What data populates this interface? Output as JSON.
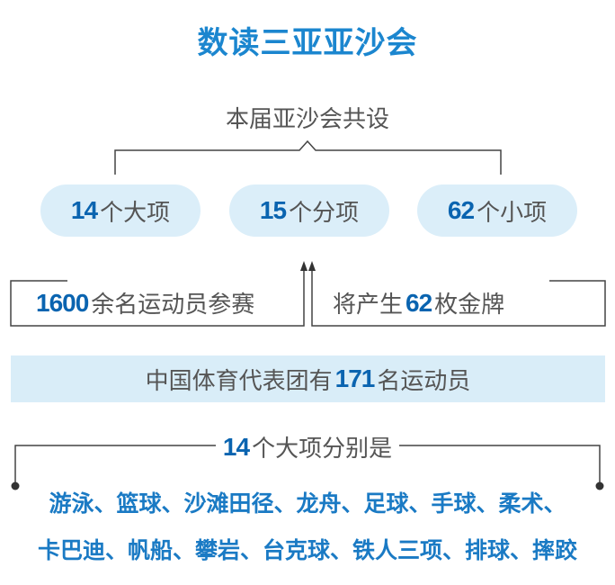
{
  "title": "数读三亚亚沙会",
  "subtitle": "本届亚沙会共设",
  "pills": [
    {
      "number": "14",
      "label": "个大项"
    },
    {
      "number": "15",
      "label": "个分项"
    },
    {
      "number": "62",
      "label": "个小项"
    }
  ],
  "athletes": {
    "number": "1600",
    "label": "余名运动员参赛"
  },
  "medals": {
    "prefix": "将产生",
    "number": "62",
    "label": "枚金牌"
  },
  "delegation": {
    "prefix": "中国体育代表团有",
    "number": "171",
    "label": "名运动员"
  },
  "sports_heading": {
    "number": "14",
    "label": "个大项分别是"
  },
  "sports_lines": [
    "游泳、篮球、沙滩田径、龙舟、足球、手球、柔术、",
    "卡巴迪、帆船、攀岩、台克球、铁人三项、排球、摔跤"
  ],
  "colors": {
    "title": "#1b86cf",
    "number": "#0a64b0",
    "pill_bg": "#dbeef9",
    "band_bg": "#d9edf8",
    "list": "#1a7ac4"
  }
}
